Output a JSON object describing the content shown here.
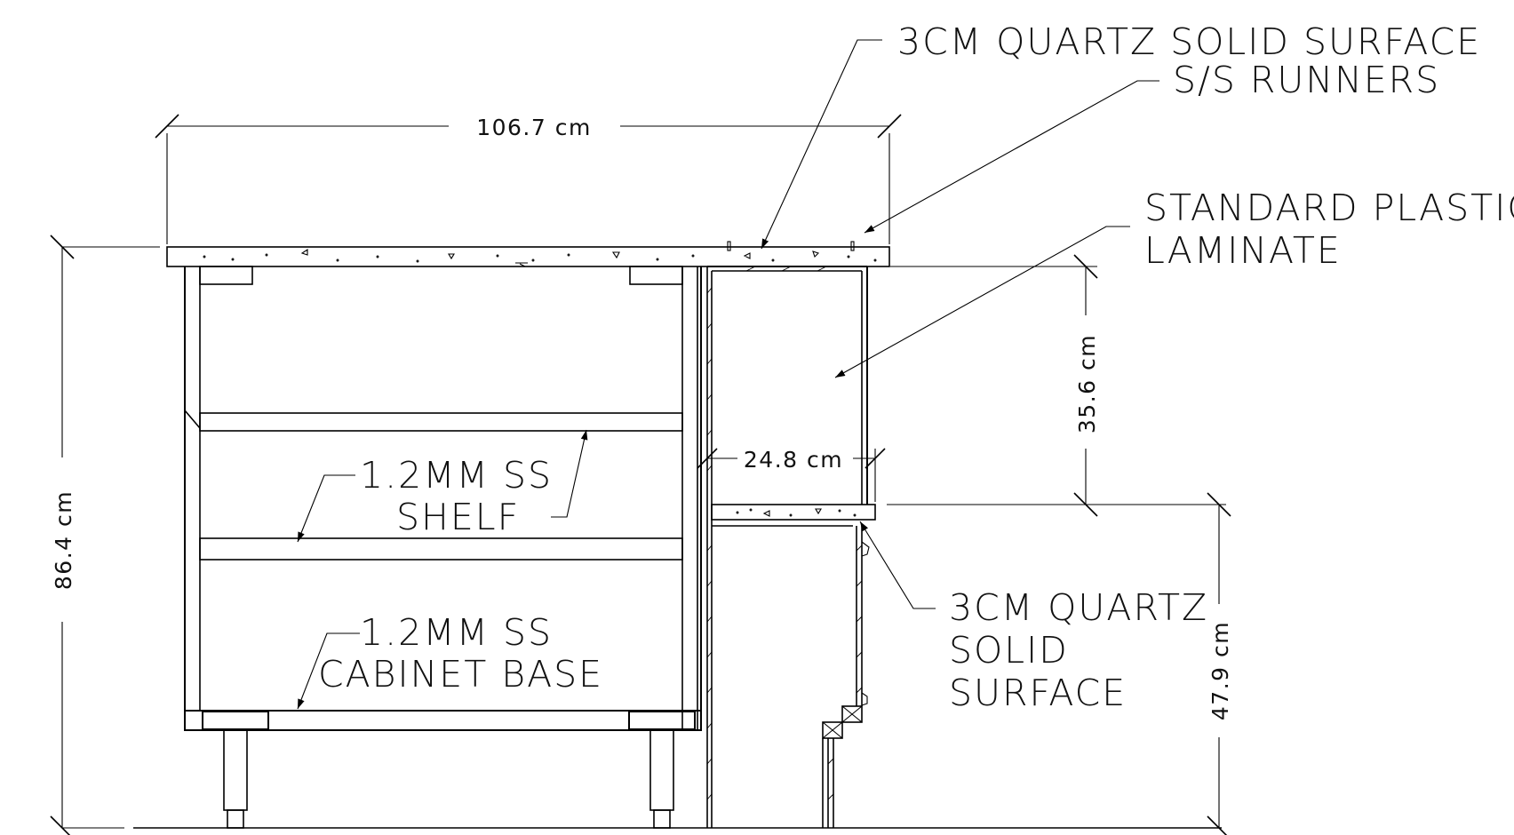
{
  "dimensions": {
    "overall_width": "106.7 cm",
    "overall_height": "86.4 cm",
    "upper_opening": "35.6 cm",
    "side_depth": "24.8 cm",
    "lower_height": "47.9 cm"
  },
  "callouts": {
    "top_surface": "3CM QUARTZ SOLID SURFACE",
    "runners": "S/S RUNNERS",
    "laminate_line1": "STANDARD PLASTIC",
    "laminate_line2": "LAMINATE",
    "shelf_line1": "1.2MM SS",
    "shelf_line2": "SHELF",
    "base_line1": "1.2MM SS",
    "base_line2": "CABINET BASE",
    "side_surface_line1": "3CM QUARTZ",
    "side_surface_line2": "SOLID",
    "side_surface_line3": "SURFACE"
  }
}
